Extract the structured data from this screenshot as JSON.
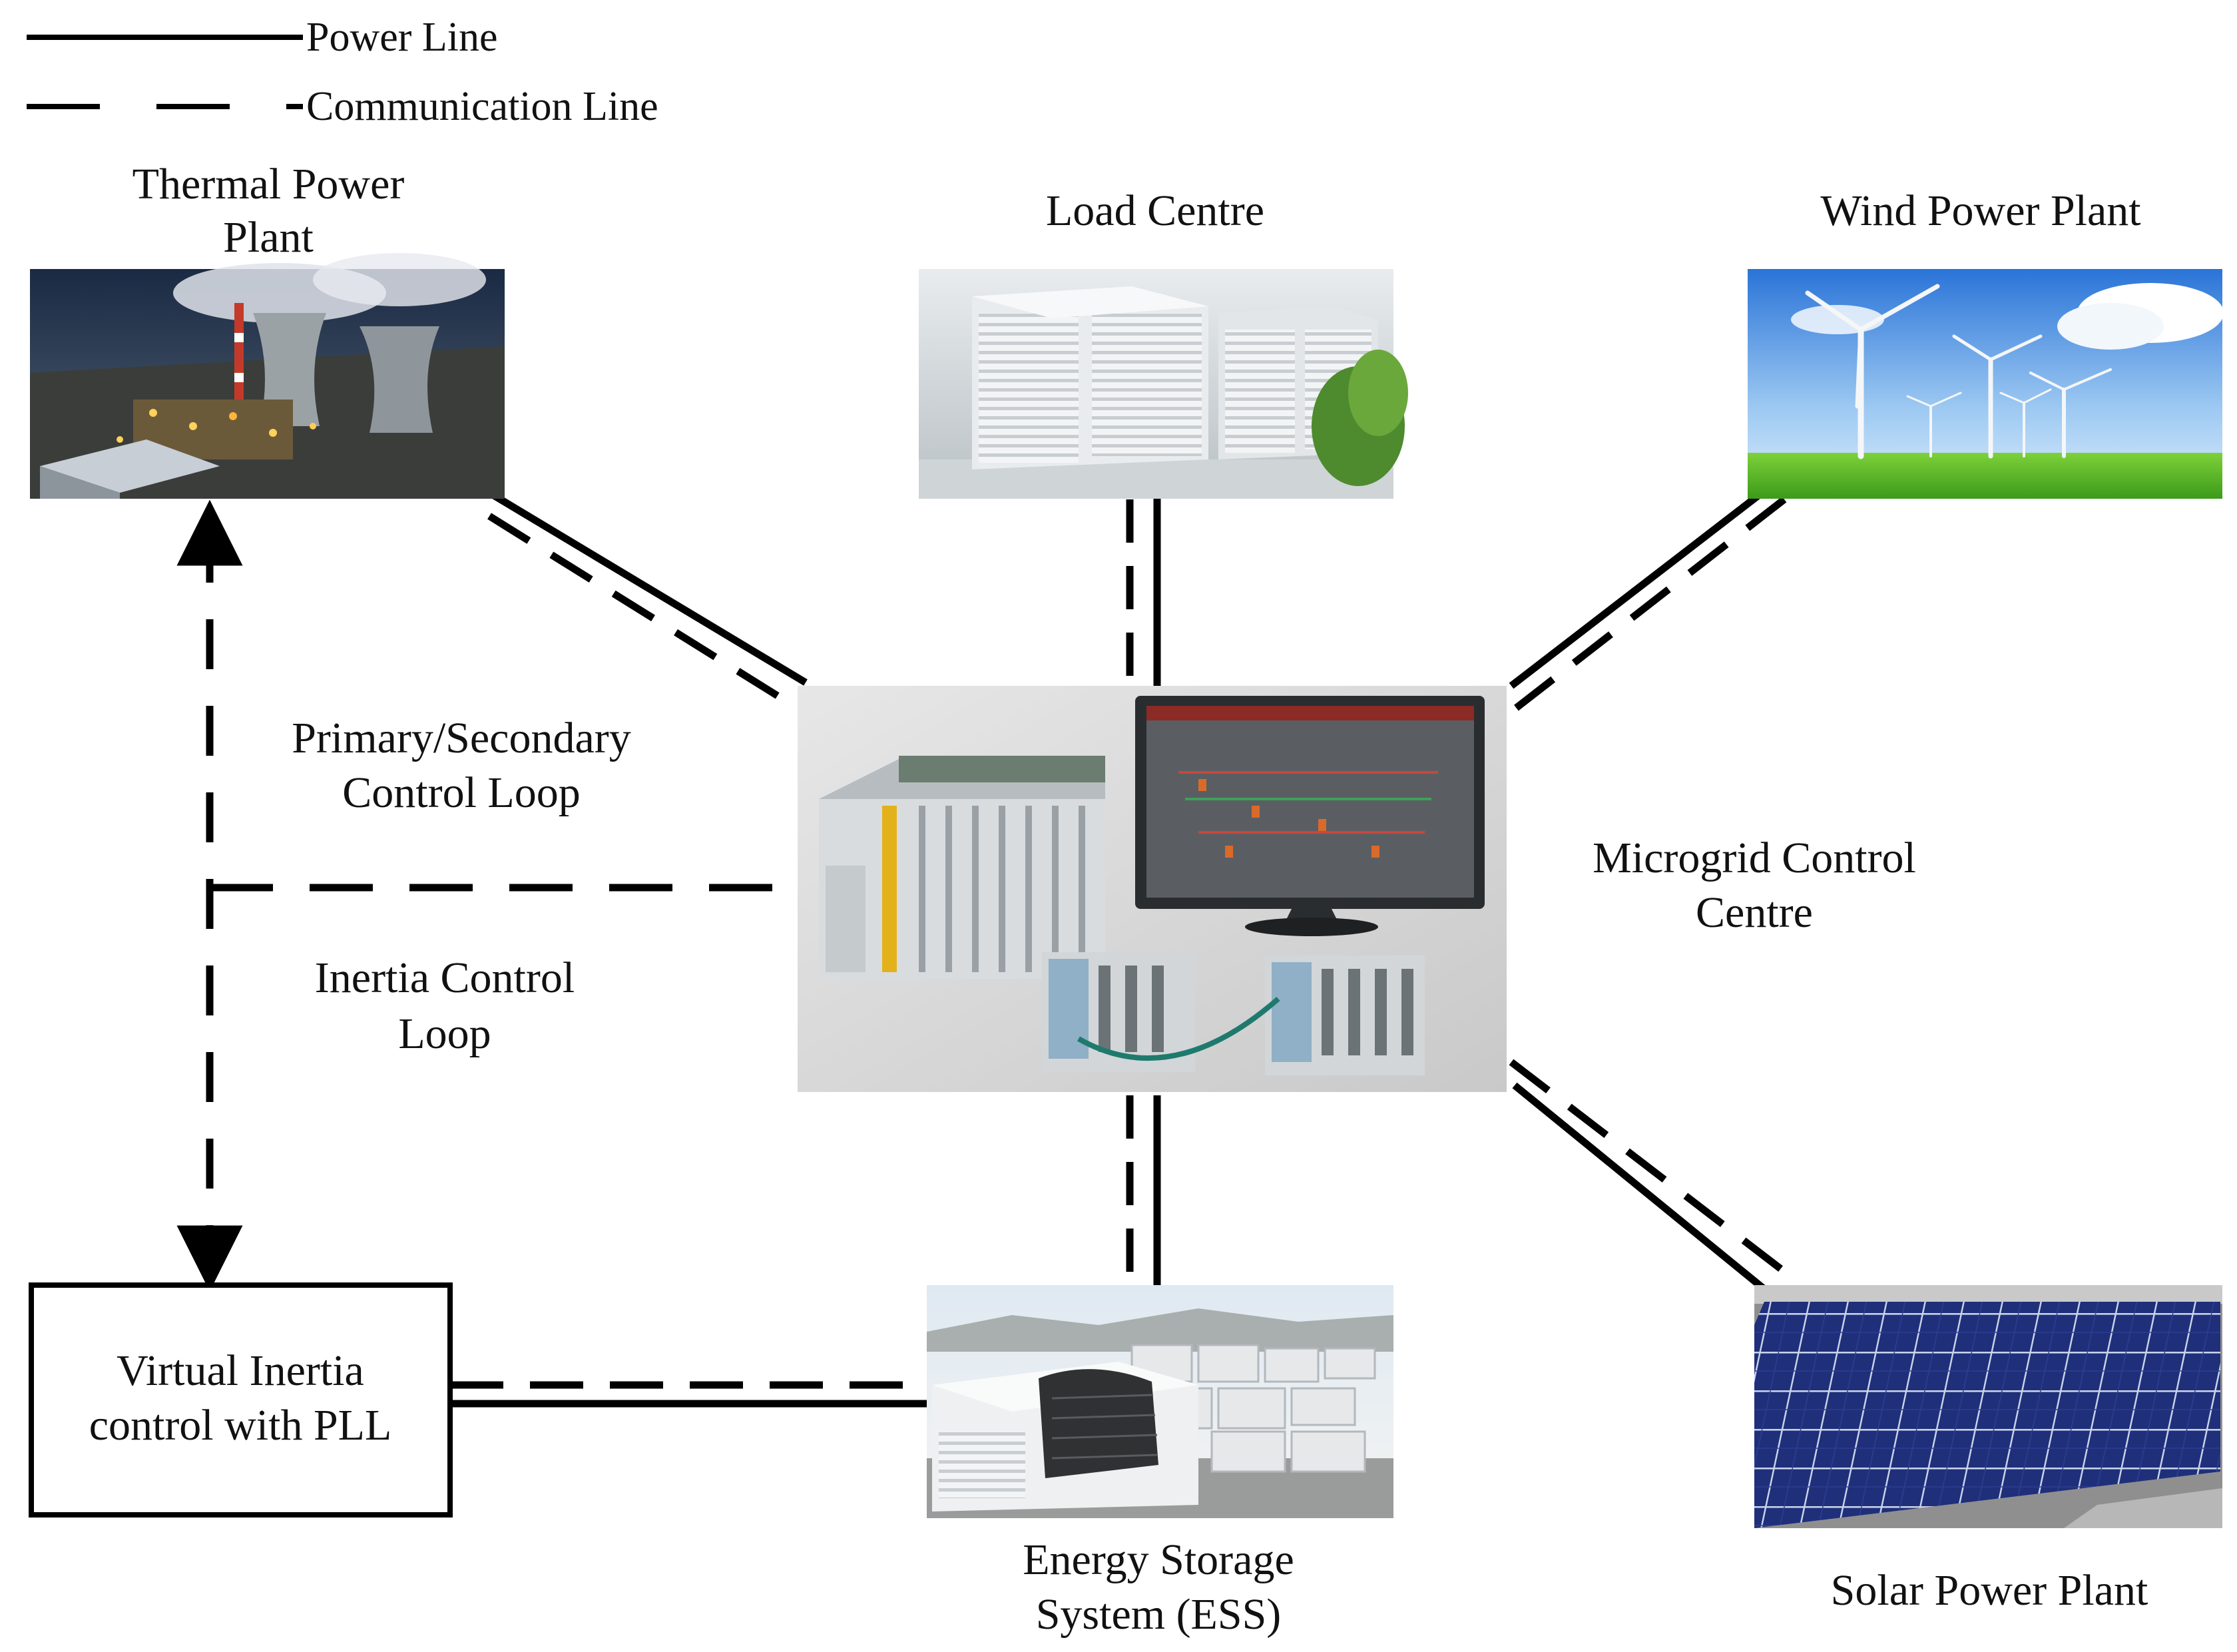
{
  "legend": {
    "power_line": "Power Line",
    "communication_line": "Communication Line"
  },
  "nodes": {
    "thermal": {
      "line1": "Thermal Power",
      "line2": "Plant"
    },
    "load": {
      "label": "Load Centre"
    },
    "wind": {
      "label": "Wind Power Plant"
    },
    "mcc": {
      "line1": "Microgrid Control",
      "line2": "Centre"
    },
    "vic": {
      "line1": "Virtual Inertia",
      "line2": "control with PLL"
    },
    "ess": {
      "line1": "Energy Storage",
      "line2": "System (ESS)"
    },
    "solar": {
      "label": "Solar Power Plant"
    }
  },
  "loops": {
    "primary": {
      "line1": "Primary/Secondary",
      "line2": "Control Loop"
    },
    "inertia": {
      "line1": "Inertia Control",
      "line2": "Loop"
    }
  },
  "colors": {
    "line": "#000000",
    "text": "#111111"
  }
}
